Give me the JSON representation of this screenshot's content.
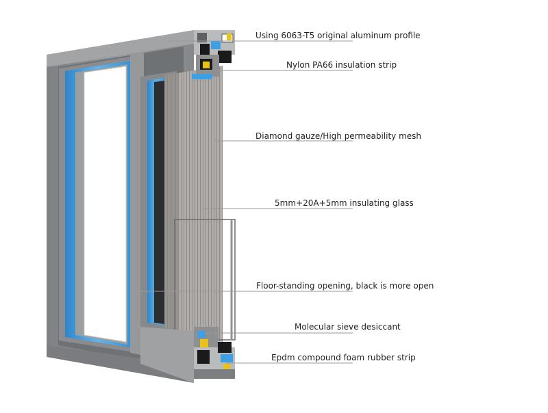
{
  "labels": [
    "Using 6063-T5 original aluminum profile",
    "Nylon PA66 insulation strip",
    "Diamond gauze/High permeability mesh",
    "5mm+20A+5mm insulating glass",
    "Floor-standing opening, black is more open",
    "Molecular sieve desiccant",
    "Epdm compound foam rubber strip"
  ],
  "colors": {
    "frame": "#8d8f91",
    "frame_dark": "#5e6163",
    "frame_light": "#b3b5b7",
    "glass_blue": "#3e9fe0",
    "mesh": "#a9a6a4",
    "profile_black": "#1a1a1a",
    "accent_yellow": "#e8c21b"
  }
}
